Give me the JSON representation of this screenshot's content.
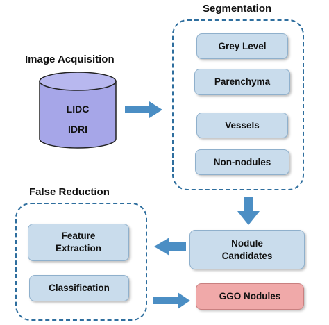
{
  "colors": {
    "box_fill": "#c9dcec",
    "highlight_fill": "#f0a9a9",
    "arrow": "#4b8ec4",
    "dashed_border": "#2e6e9e",
    "database": "#a6a6e8"
  },
  "image_acquisition": {
    "title": "Image Acquisition",
    "database": {
      "line1": "LIDC",
      "line2": "IDRI"
    }
  },
  "segmentation": {
    "title": "Segmentation",
    "steps": [
      "Grey Level",
      "Parenchyma",
      "Vessels",
      "Non-nodules"
    ]
  },
  "false_reduction": {
    "title": "False Reduction",
    "feature_extraction": {
      "line1": "Feature",
      "line2": "Extraction"
    },
    "classification": "Classification"
  },
  "nodule_candidates": {
    "line1": "Nodule",
    "line2": "Candidates"
  },
  "ggo_nodules": "GGO Nodules"
}
